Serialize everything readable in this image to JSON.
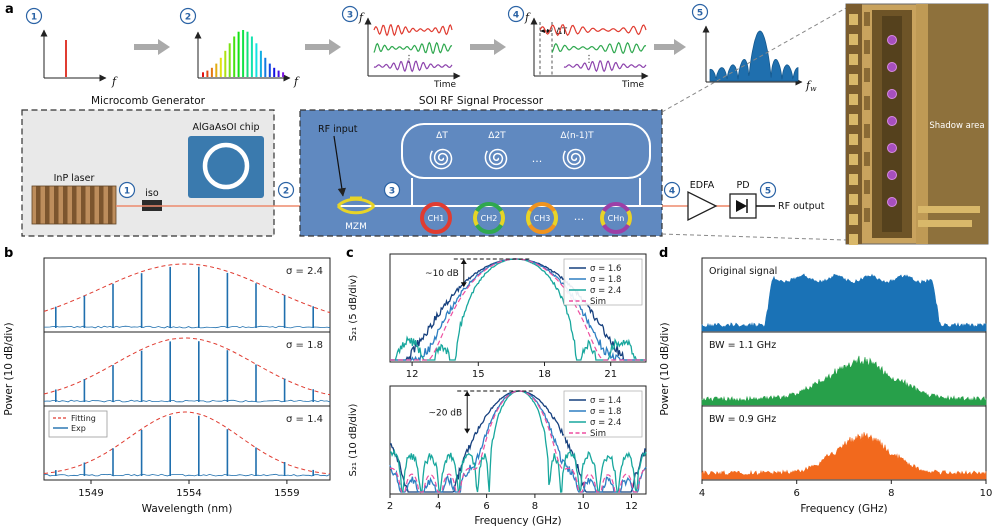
{
  "panels": {
    "a": "a",
    "b": "b",
    "c": "c",
    "d": "d"
  },
  "panel_a": {
    "steps": [
      {
        "num": "1",
        "xlabel": "f"
      },
      {
        "num": "2",
        "xlabel": "f"
      },
      {
        "num": "3",
        "ylabel": "f",
        "xlabel": "Time",
        "dots": "⋮"
      },
      {
        "num": "4",
        "ylabel": "f",
        "xlabel": "Time",
        "delay_label": "ΔT",
        "dots": "⋮"
      },
      {
        "num": "5",
        "xlabel_main": "f",
        "xlabel_sub": "w"
      }
    ],
    "nodes": [
      "1",
      "2",
      "3",
      "4",
      "5"
    ],
    "microcomb": {
      "title": "Microcomb Generator",
      "laser": "InP laser",
      "iso": "iso",
      "chip": "AlGaAsOI chip"
    },
    "soi": {
      "title": "SOI RF Signal Processor",
      "rf_input": "RF input",
      "mzm": "MZM",
      "delays": [
        "ΔT",
        "Δ2T",
        "Δ(n-1)T"
      ],
      "delay_dots": "···",
      "channels": [
        {
          "label": "CH1",
          "color": "#e03c31"
        },
        {
          "label": "CH2",
          "color": "#2fa84f"
        },
        {
          "label": "CH3",
          "color": "#f0941f"
        },
        {
          "label": "CHn",
          "color": "#9d3fa7"
        }
      ],
      "channel_dots": "···"
    },
    "output": {
      "edfa": "EDFA",
      "pd": "PD",
      "rf_output": "RF output"
    },
    "photo": {
      "label": "Shadow area"
    },
    "colors": {
      "waveforms": [
        "#e03c31",
        "#2fa84f",
        "#8d44ad"
      ],
      "fiber": "#ee8a6d",
      "soi_bg": "#6089c0",
      "chip": "#3a7aae",
      "box_bg": "#e9e9e9",
      "node": "#2b63a5"
    }
  },
  "chart_data": [
    {
      "id": "b",
      "type": "line",
      "title": "Microcomb optical spectra",
      "xlabel": "Wavelength (nm)",
      "ylabel": "Power (10 dB/div)",
      "xlim": [
        1546.6,
        1561.2
      ],
      "xticks": [
        1549,
        1554,
        1559
      ],
      "comb": {
        "first_nm": 1547.2,
        "spacing_nm": 1.46,
        "count": 10,
        "center_nm": 1553.8
      },
      "subplots": [
        {
          "sigma_label": "σ = 2.4",
          "sigma": 2.4,
          "envelope_width_nm": 6.2
        },
        {
          "sigma_label": "σ = 1.8",
          "sigma": 1.8,
          "envelope_width_nm": 5.0
        },
        {
          "sigma_label": "σ = 1.4",
          "sigma": 1.4,
          "envelope_width_nm": 4.0
        }
      ],
      "legend": [
        {
          "label": "Fitting",
          "color": "#e03c31",
          "dash": true
        },
        {
          "label": "Exp",
          "color": "#1f6fae",
          "dash": false
        }
      ]
    },
    {
      "id": "c-top",
      "type": "line",
      "ylabel": "S₂₁ (5 dB/div)",
      "db_per_div": 5,
      "xlim": [
        11,
        22.6
      ],
      "xticks": [
        12,
        15,
        18,
        21
      ],
      "passband_center_ghz": 16.7,
      "fsr_ghz": 16.7,
      "n_taps": 9,
      "annotation": "~10 dB",
      "suppression_db": 10,
      "series": [
        {
          "label": "σ = 1.6",
          "sigma": 1.6,
          "color": "#16407e",
          "dash": false
        },
        {
          "label": "σ = 1.8",
          "sigma": 1.8,
          "color": "#2e7fc2",
          "dash": false
        },
        {
          "label": "σ = 2.4",
          "sigma": 2.4,
          "color": "#18a79d",
          "dash": false
        },
        {
          "label": "Sim",
          "sigma": 1.9,
          "color": "#ee4fa0",
          "dash": true
        }
      ]
    },
    {
      "id": "c-bottom",
      "type": "line",
      "xlabel": "Frequency (GHz)",
      "ylabel": "S₂₁ (10 dB/div)",
      "db_per_div": 10,
      "xlim": [
        2,
        12.6
      ],
      "xticks": [
        2,
        4,
        6,
        8,
        10,
        12
      ],
      "passband_center_ghz": 7.35,
      "fsr_ghz": 7.35,
      "n_taps": 9,
      "annotation": "~20 dB",
      "suppression_db": 20,
      "series": [
        {
          "label": "σ = 1.4",
          "sigma": 1.4,
          "color": "#16407e",
          "dash": false
        },
        {
          "label": "σ = 1.8",
          "sigma": 1.8,
          "color": "#2e7fc2",
          "dash": false
        },
        {
          "label": "σ = 2.4",
          "sigma": 2.4,
          "color": "#18a79d",
          "dash": false
        },
        {
          "label": "Sim",
          "sigma": 1.9,
          "color": "#ee4fa0",
          "dash": true
        }
      ]
    },
    {
      "id": "d",
      "type": "area",
      "xlabel": "Frequency (GHz)",
      "ylabel": "Power (10 dB/div)",
      "xlim": [
        4,
        10
      ],
      "xticks": [
        4,
        6,
        8,
        10
      ],
      "subplots": [
        {
          "label": "Original signal",
          "color": "#1a72b6",
          "shape": "flat",
          "f_start_ghz": 5.4,
          "f_stop_ghz": 8.95
        },
        {
          "label": "BW = 1.1 GHz",
          "color": "#27a04a",
          "shape": "gaussian",
          "center_ghz": 7.35,
          "bw_ghz": 1.1
        },
        {
          "label": "BW = 0.9 GHz",
          "color": "#f2691d",
          "shape": "gaussian",
          "center_ghz": 7.4,
          "bw_ghz": 0.9
        }
      ]
    }
  ]
}
